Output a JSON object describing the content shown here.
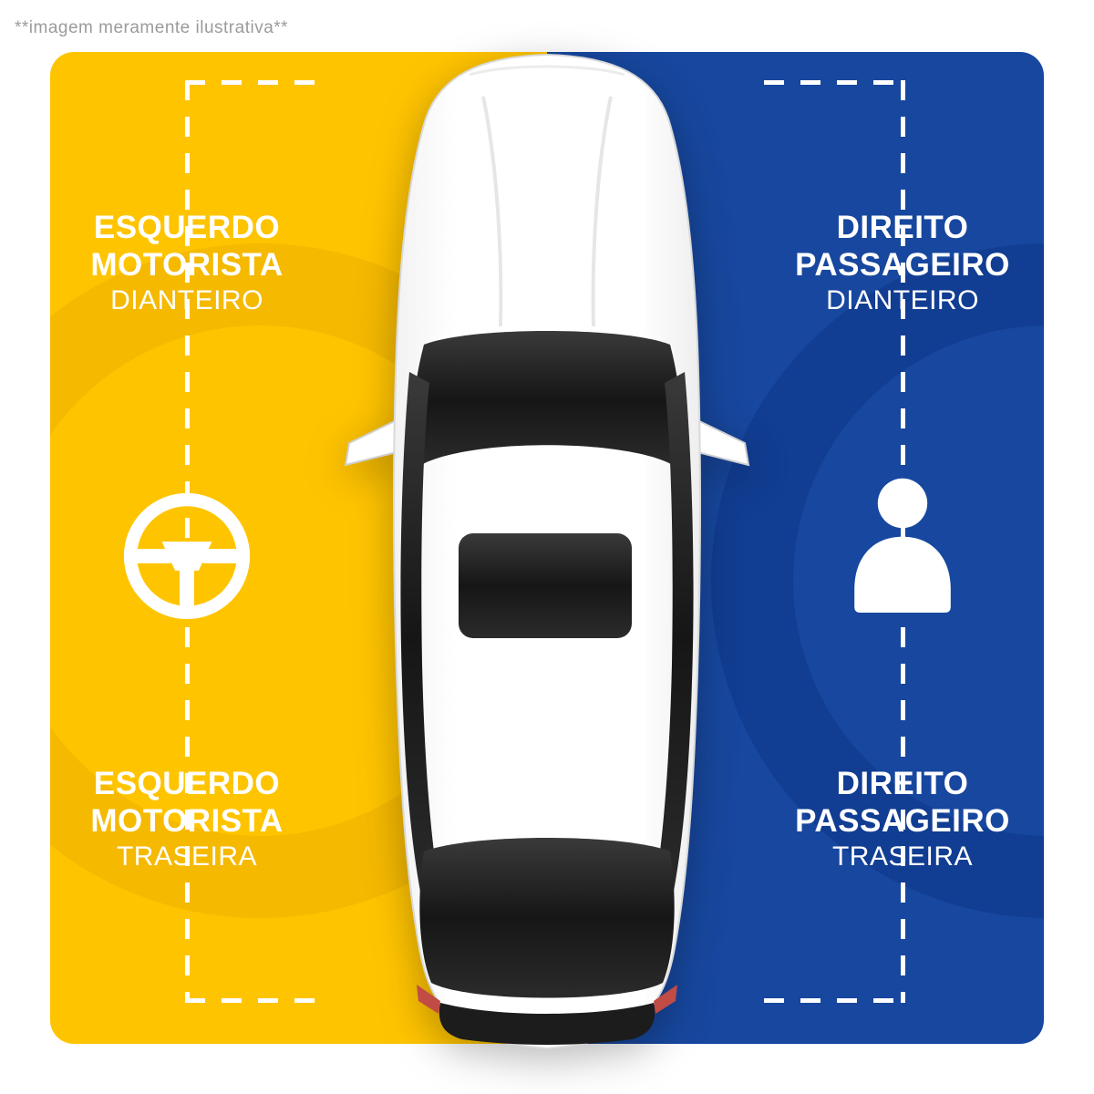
{
  "caption": "**imagem meramente ilustrativa**",
  "panels": {
    "left": {
      "color": "#FFC400",
      "side_icon": "steering-wheel",
      "front": {
        "line1": "ESQUERDO",
        "line2": "MOTORISTA",
        "line3": "DIANTEIRO"
      },
      "rear": {
        "line1": "ESQUERDO",
        "line2": "MOTORISTA",
        "line3": "TRASEIRA"
      }
    },
    "right": {
      "color": "#17479E",
      "side_icon": "passenger",
      "front": {
        "line1": "DIREITO",
        "line2": "PASSAGEIRO",
        "line3": "DIANTEIRO"
      },
      "rear": {
        "line1": "DIREITO",
        "line2": "PASSAGEIRO",
        "line3": "TRASEIRA"
      }
    }
  },
  "colors": {
    "guide_dash": "#FFFFFF",
    "label_text": "#FFFFFF",
    "caption": "#9B9B9B",
    "car_body": "#FFFFFF",
    "car_glass": "#1E1E1E"
  }
}
